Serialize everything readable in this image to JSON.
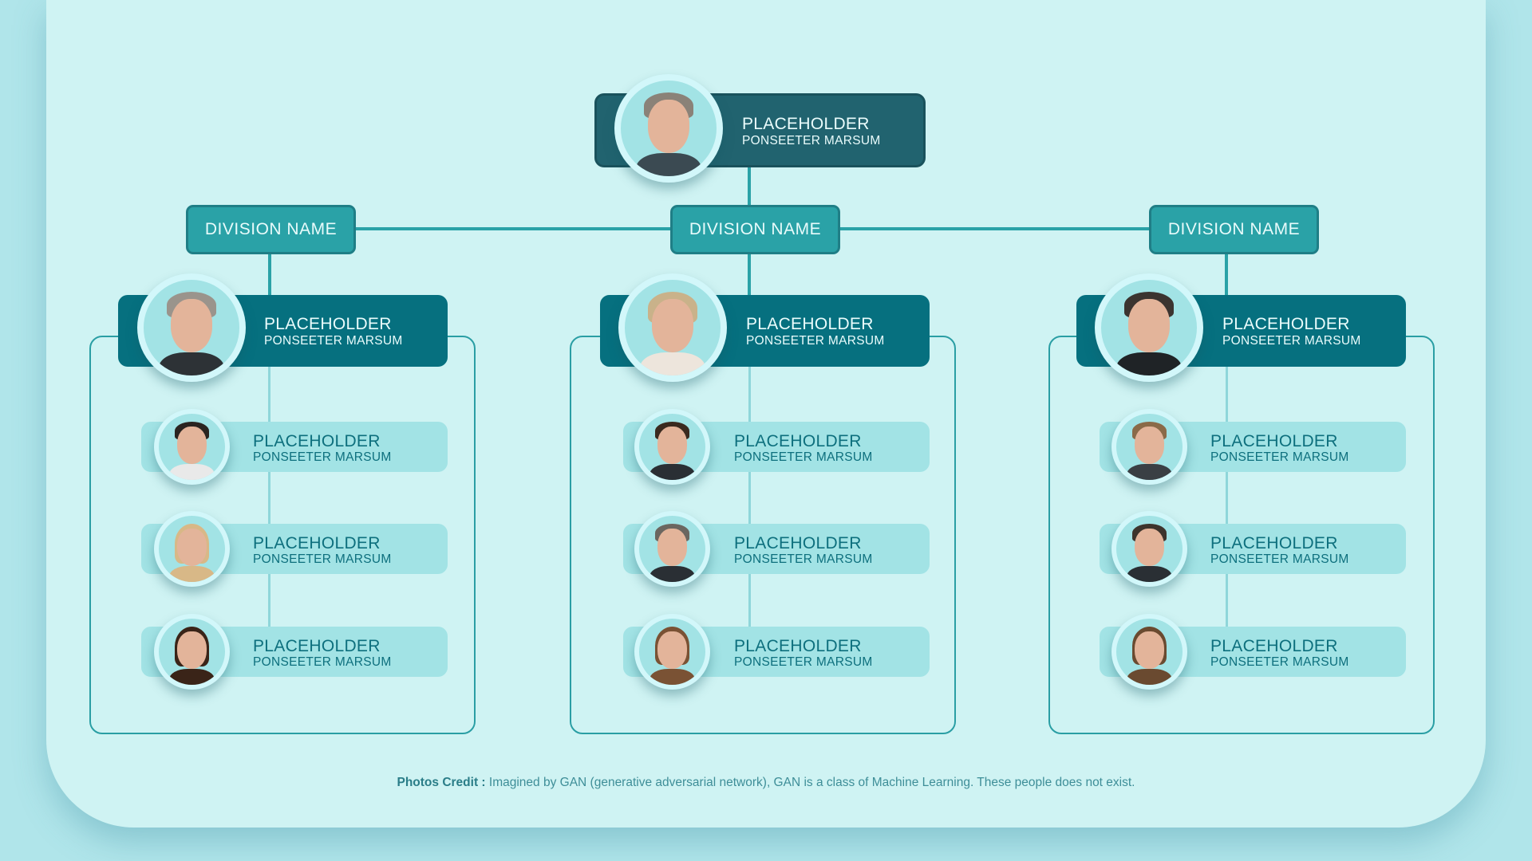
{
  "colors": {
    "outer_bg": "#b0e5ea",
    "card_bg": "#cff3f3",
    "top_box": "#21636f",
    "head_box": "#06707f",
    "division_box": "#2aa2a7",
    "member_bar": "#a2e3e5",
    "connector": "#2aa2a7"
  },
  "top": {
    "title": "PLACEHOLDER",
    "subtitle": "PONSEETER MARSUM",
    "avatar": "man-glasses-gray-hair-photo"
  },
  "divisions": [
    {
      "name": "DIVISION NAME",
      "head": {
        "title": "PLACEHOLDER",
        "subtitle": "PONSEETER MARSUM",
        "avatar": "man-glasses-photo"
      },
      "members": [
        {
          "title": "PLACEHOLDER",
          "subtitle": "PONSEETER MARSUM",
          "avatar": "man-dark-hair-photo"
        },
        {
          "title": "PLACEHOLDER",
          "subtitle": "PONSEETER MARSUM",
          "avatar": "woman-blonde-photo"
        },
        {
          "title": "PLACEHOLDER",
          "subtitle": "PONSEETER MARSUM",
          "avatar": "woman-glasses-brown-hair-photo"
        }
      ]
    },
    {
      "name": "DIVISION NAME",
      "head": {
        "title": "PLACEHOLDER",
        "subtitle": "PONSEETER MARSUM",
        "avatar": "woman-short-blonde-hair-photo"
      },
      "members": [
        {
          "title": "PLACEHOLDER",
          "subtitle": "PONSEETER MARSUM",
          "avatar": "man-brown-hair-photo"
        },
        {
          "title": "PLACEHOLDER",
          "subtitle": "PONSEETER MARSUM",
          "avatar": "man-gray-hair-photo"
        },
        {
          "title": "PLACEHOLDER",
          "subtitle": "PONSEETER MARSUM",
          "avatar": "woman-glasses-photo"
        }
      ]
    },
    {
      "name": "DIVISION NAME",
      "head": {
        "title": "PLACEHOLDER",
        "subtitle": "PONSEETER MARSUM",
        "avatar": "man-dark-hair-photo"
      },
      "members": [
        {
          "title": "PLACEHOLDER",
          "subtitle": "PONSEETER MARSUM",
          "avatar": "man-light-brown-hair-photo"
        },
        {
          "title": "PLACEHOLDER",
          "subtitle": "PONSEETER MARSUM",
          "avatar": "man-short-hair-photo"
        },
        {
          "title": "PLACEHOLDER",
          "subtitle": "PONSEETER MARSUM",
          "avatar": "woman-brown-hair-photo"
        }
      ]
    }
  ],
  "credit": {
    "label": "Photos Credit :",
    "text": " Imagined by GAN (generative adversarial network), GAN is a class of Machine Learning. These people does not exist."
  }
}
